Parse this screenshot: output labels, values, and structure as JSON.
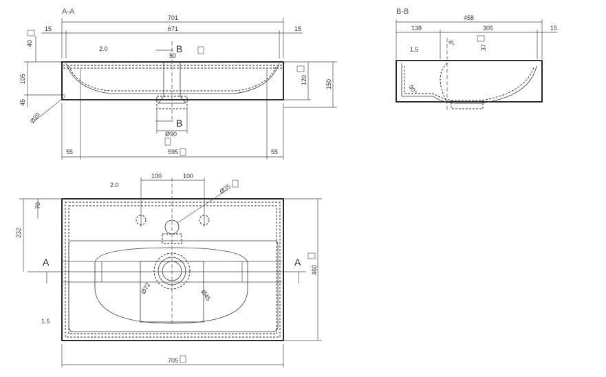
{
  "sections": {
    "aa": "A-A",
    "bb": "B-B",
    "a_mark": "A",
    "b_mark": "B"
  },
  "section_aa": {
    "width_total": "701",
    "width_inner": "671",
    "edge_left": "15",
    "edge_right": "15",
    "h40": "40",
    "h105": "105",
    "h45": "45",
    "h120": "120",
    "h150": "150",
    "thickness": "2.0",
    "offset": "50",
    "radius": "Ø20",
    "drain_dia": "Ø90",
    "margin_left": "55",
    "bowl_width": "595",
    "margin_right": "55"
  },
  "section_bb": {
    "depth_total": "458",
    "front": "138",
    "mid": "305",
    "back": "15",
    "thickness": "1.5",
    "angle_small": "8°",
    "h37": "37",
    "angle": "90°"
  },
  "top_view": {
    "thickness": "2.0",
    "tap_left": "100",
    "tap_right": "100",
    "tap_dia": "Ø35",
    "h70": "70",
    "h232": "232",
    "depth": "460",
    "drain_outer": "Ø72",
    "drain_inner": "Ø45",
    "thickness_bottom": "1.5",
    "width": "705"
  }
}
